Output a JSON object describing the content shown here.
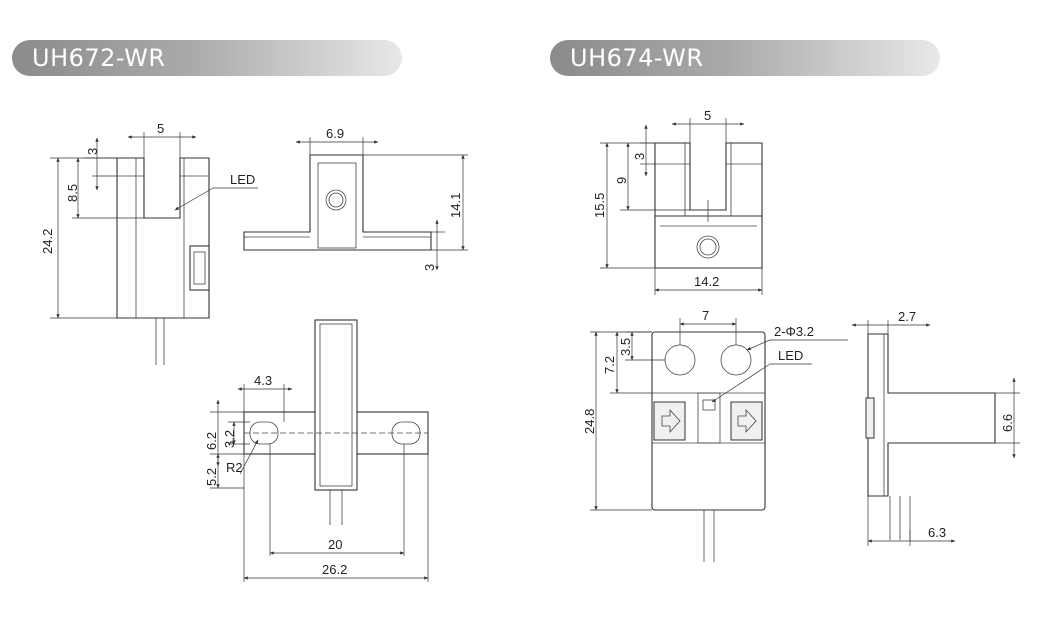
{
  "titles": {
    "left": "UH672-WR",
    "right": "UH674-WR"
  },
  "uh672": {
    "front": {
      "slot_width": "5",
      "slot_top": "3",
      "slot_depth": "8.5",
      "height": "24.2",
      "led": "LED"
    },
    "side": {
      "width": "6.9",
      "height": "14.1",
      "flange": "3"
    },
    "bottom": {
      "hole_width": "4.3",
      "flange_height": "6.2",
      "hole_height": "3.2",
      "offset": "5.2",
      "radius": "R2",
      "hole_pitch": "20",
      "total_width": "26.2"
    }
  },
  "uh674": {
    "front": {
      "slot_width": "5",
      "slot_top": "3",
      "slot_depth": "9",
      "height": "15.5",
      "width": "14.2"
    },
    "top": {
      "hole_pitch": "7",
      "holes": "2-Φ3.2",
      "hole_offset": "3.5",
      "hole_row": "7.2",
      "height": "24.8",
      "led": "LED"
    },
    "side": {
      "top_width": "2.7",
      "flange_height": "6.6",
      "pin_width": "6.3"
    }
  },
  "colors": {
    "line": "#333333",
    "pill_dark": "#8b8b8b",
    "pill_light": "#e8e8e8",
    "pill_text": "#ffffff"
  }
}
